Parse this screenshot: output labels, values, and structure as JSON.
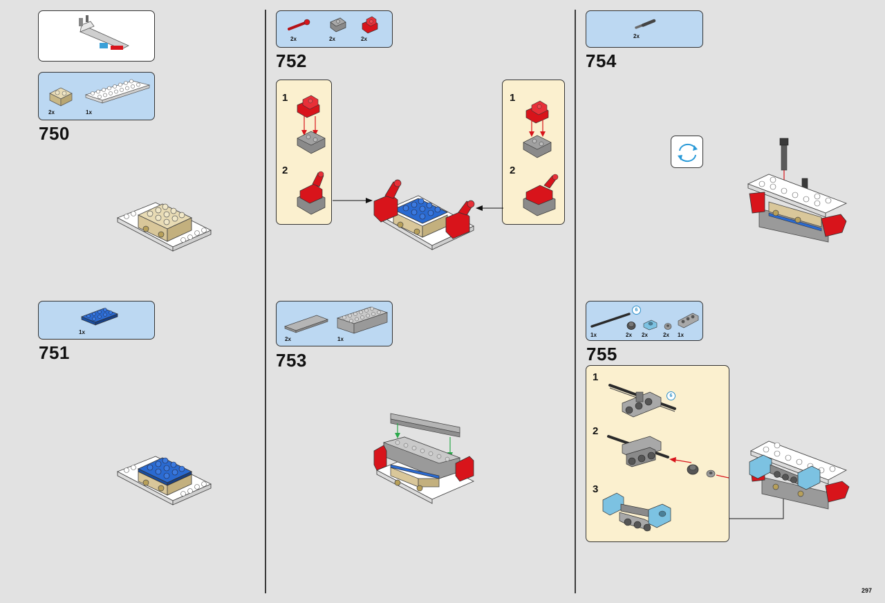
{
  "page_number": "297",
  "steps": {
    "s750": {
      "number": "750",
      "parts": [
        {
          "qty": "2x",
          "icon": "tan-brick-1x2-icon"
        },
        {
          "qty": "1x",
          "icon": "white-plate-2x8-icon"
        }
      ]
    },
    "s751": {
      "number": "751",
      "parts": [
        {
          "qty": "1x",
          "icon": "blue-plate-2x4-icon"
        }
      ]
    },
    "s752": {
      "number": "752",
      "parts": [
        {
          "qty": "2x",
          "icon": "red-pin-icon"
        },
        {
          "qty": "2x",
          "icon": "gray-slope-icon"
        },
        {
          "qty": "2x",
          "icon": "red-bracket-icon"
        }
      ],
      "left_sub": {
        "step1": "1",
        "step2": "2"
      },
      "right_sub": {
        "step1": "1",
        "step2": "2"
      }
    },
    "s753": {
      "number": "753",
      "parts": [
        {
          "qty": "2x",
          "icon": "gray-tile-1x6-icon"
        },
        {
          "qty": "1x",
          "icon": "gray-brick-2x6-icon"
        }
      ]
    },
    "s754": {
      "number": "754",
      "parts": [
        {
          "qty": "2x",
          "icon": "gray-antenna-icon"
        }
      ]
    },
    "s755": {
      "number": "755",
      "parts": [
        {
          "qty": "1x",
          "icon": "black-axle-icon"
        },
        {
          "qty": "2x",
          "icon": "dark-bush-icon"
        },
        {
          "qty": "2x",
          "icon": "blue-connector-icon"
        },
        {
          "qty": "2x",
          "icon": "gray-bush-icon"
        },
        {
          "qty": "1x",
          "icon": "gray-beam-icon"
        }
      ],
      "axle_length": "6",
      "sub": {
        "step1": "1",
        "step2": "2",
        "step3": "3"
      }
    }
  },
  "colors": {
    "part_box": "#bcd8f2",
    "sub_box": "#fbf0cf",
    "background": "#e2e2e2",
    "red": "#d8141b",
    "blue": "#1e5bb8",
    "tan": "#d9c79a"
  }
}
